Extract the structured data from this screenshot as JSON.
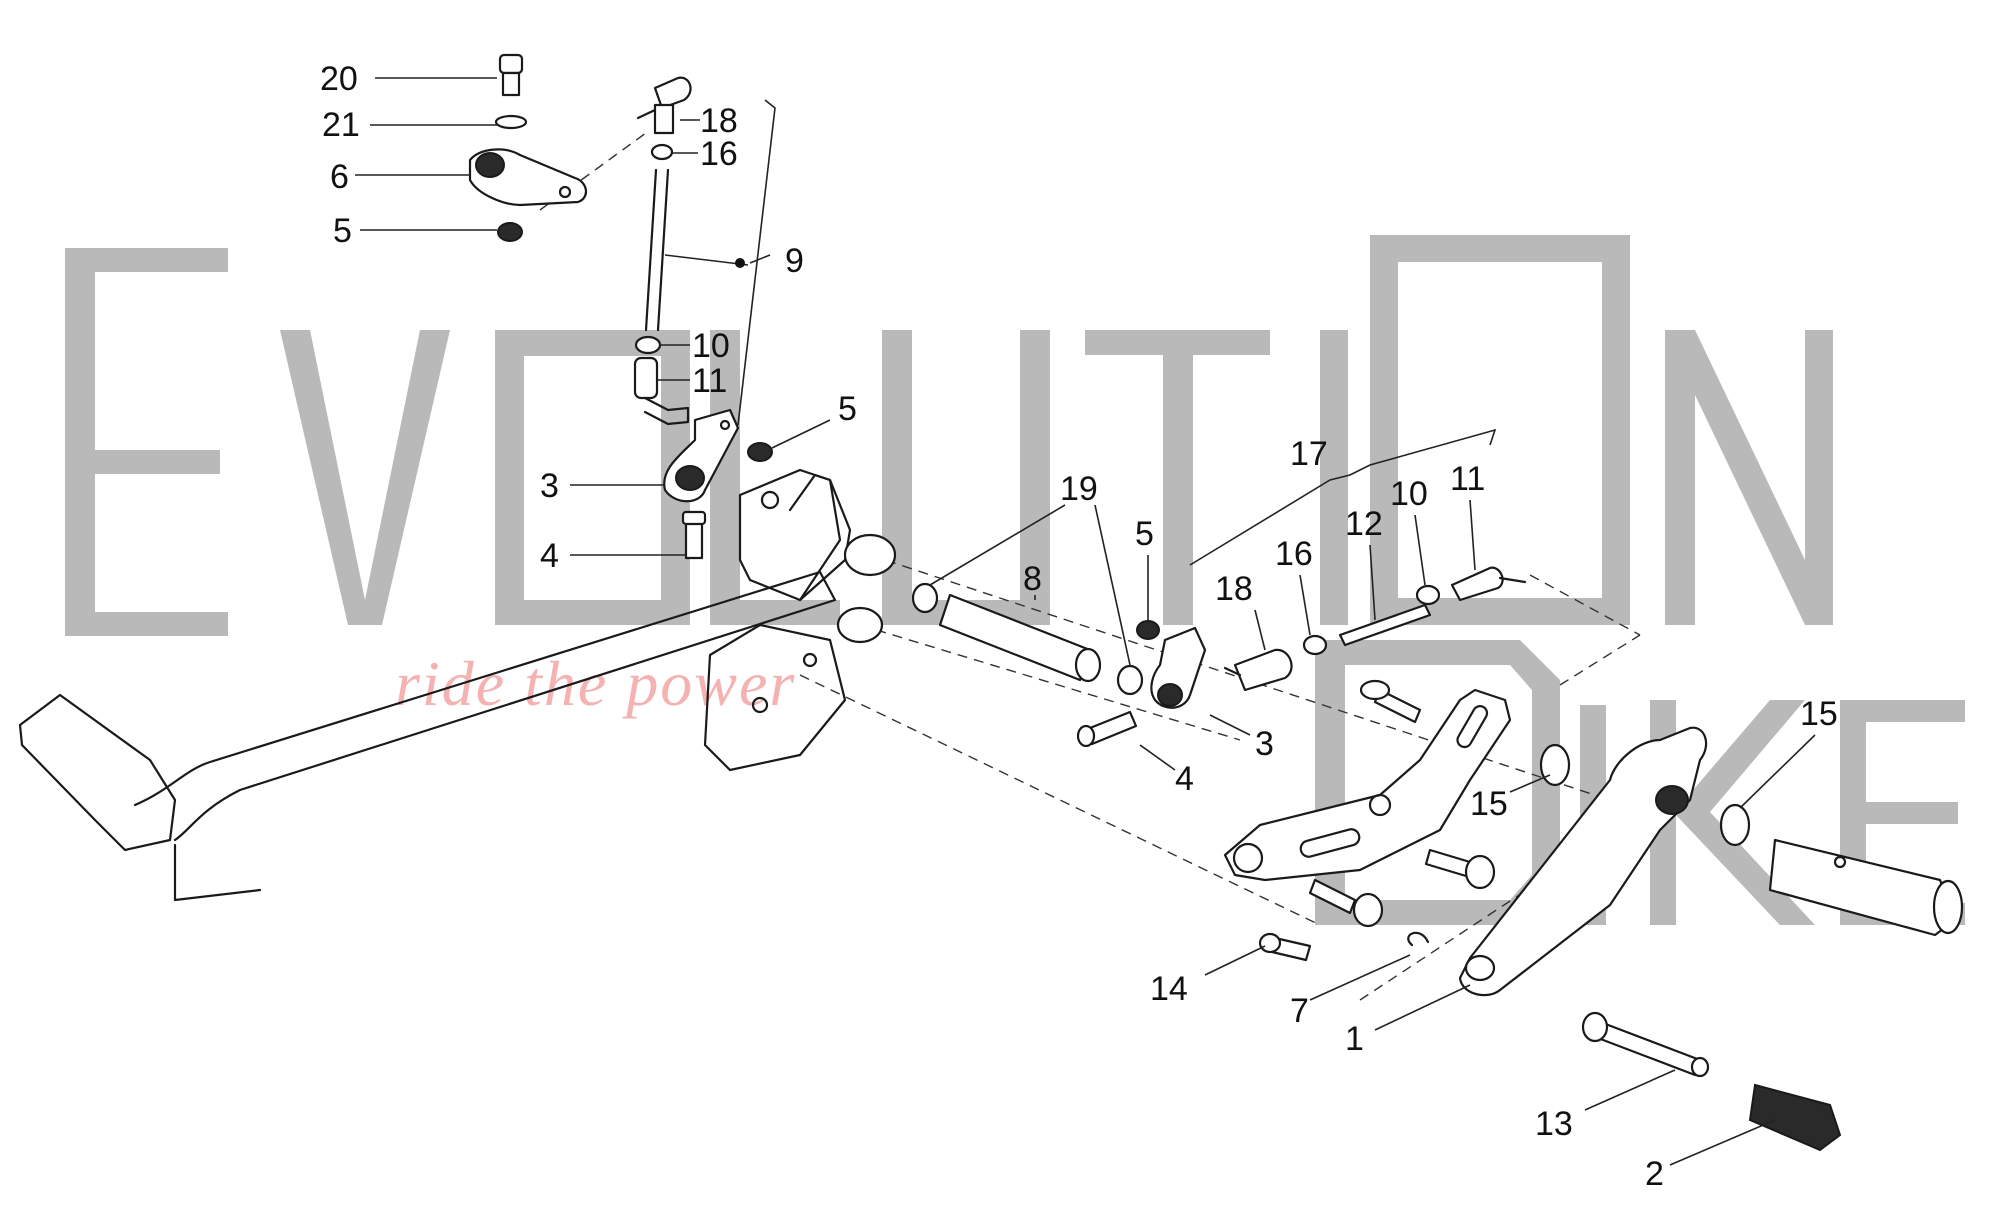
{
  "watermark": {
    "brand": "EvolutiOn Bike",
    "tagline": "ride the power"
  },
  "callouts": [
    {
      "id": "c20",
      "label": "20"
    },
    {
      "id": "c21",
      "label": "21"
    },
    {
      "id": "c6",
      "label": "6"
    },
    {
      "id": "c5a",
      "label": "5"
    },
    {
      "id": "c18a",
      "label": "18"
    },
    {
      "id": "c16a",
      "label": "16"
    },
    {
      "id": "c9",
      "label": "9"
    },
    {
      "id": "c10a",
      "label": "10"
    },
    {
      "id": "c11a",
      "label": "11"
    },
    {
      "id": "c5b",
      "label": "5"
    },
    {
      "id": "c3a",
      "label": "3"
    },
    {
      "id": "c4a",
      "label": "4"
    },
    {
      "id": "c19",
      "label": "19"
    },
    {
      "id": "c8",
      "label": "8"
    },
    {
      "id": "c5c",
      "label": "5"
    },
    {
      "id": "c17",
      "label": "17"
    },
    {
      "id": "c18b",
      "label": "18"
    },
    {
      "id": "c16b",
      "label": "16"
    },
    {
      "id": "c12",
      "label": "12"
    },
    {
      "id": "c10b",
      "label": "10"
    },
    {
      "id": "c11b",
      "label": "11"
    },
    {
      "id": "c3b",
      "label": "3"
    },
    {
      "id": "c4b",
      "label": "4"
    },
    {
      "id": "c15a",
      "label": "15"
    },
    {
      "id": "c15b",
      "label": "15"
    },
    {
      "id": "c14",
      "label": "14"
    },
    {
      "id": "c7",
      "label": "7"
    },
    {
      "id": "c1",
      "label": "1"
    },
    {
      "id": "c13",
      "label": "13"
    },
    {
      "id": "c2",
      "label": "2"
    }
  ]
}
